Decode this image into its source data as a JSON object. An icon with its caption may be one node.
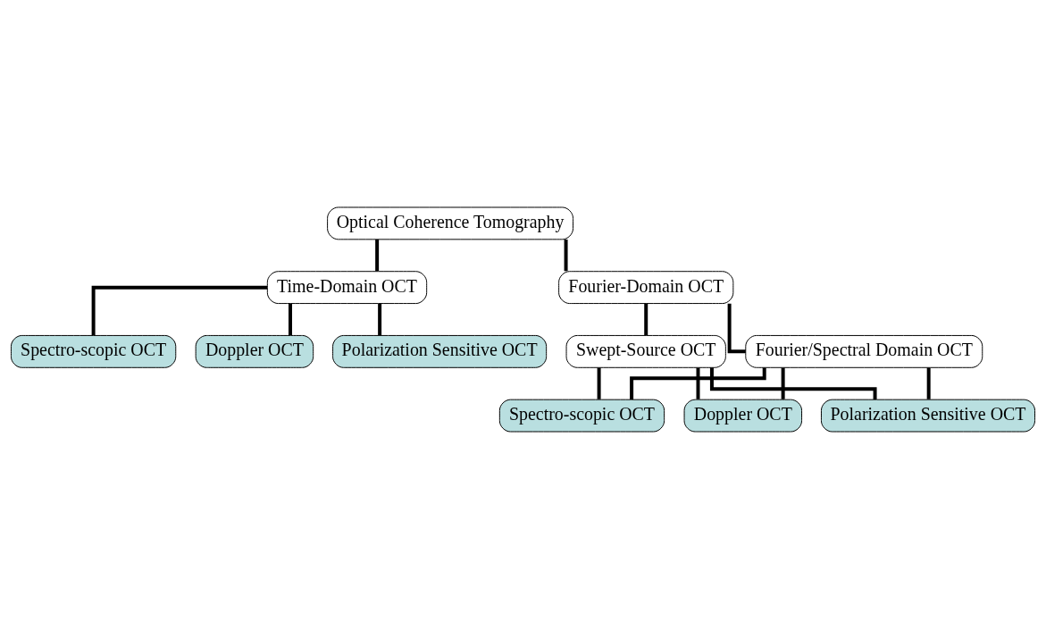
{
  "diagram": {
    "nodes": [
      {
        "text": [
          "Optical Coherence Tomography"
        ]
      },
      {
        "text": [
          "Time-Domain OCT"
        ]
      },
      {
        "text": [
          "Fourier-Domain OCT"
        ]
      },
      {
        "text": [
          "Spectro-scopic OCT"
        ]
      },
      {
        "text": [
          "Doppler OCT"
        ]
      },
      {
        "text": [
          "Polarization Sensitive OCT"
        ]
      },
      {
        "text": [
          "Swept-Source OCT"
        ]
      },
      {
        "text": [
          "Fourier/Spectral Domain OCT"
        ]
      },
      {
        "text": [
          "Spectro-scopic OCT"
        ]
      },
      {
        "text": [
          "Doppler OCT"
        ]
      },
      {
        "text": [
          "Polarization Sensitive OCT"
        ]
      }
    ],
    "edges": [
      {
        "from": 0,
        "to": 1,
        "arrow": "none"
      },
      {
        "from": 0,
        "to": 2,
        "arrow": "none"
      },
      {
        "from": 1,
        "to": 3,
        "arrow": "none"
      },
      {
        "from": 1,
        "to": 4,
        "arrow": "none"
      },
      {
        "from": 1,
        "to": 5,
        "arrow": "none"
      },
      {
        "from": 2,
        "to": 6,
        "arrow": "none"
      },
      {
        "from": 2,
        "to": 7,
        "arrow": "none"
      },
      {
        "from": 6,
        "to": 8,
        "arrow": "none"
      },
      {
        "from": 6,
        "to": 9,
        "arrow": "none"
      },
      {
        "from": 6,
        "to": 10,
        "arrow": "none"
      },
      {
        "from": 7,
        "to": 8,
        "arrow": "none"
      },
      {
        "from": 7,
        "to": 9,
        "arrow": "none"
      },
      {
        "from": 7,
        "to": 10,
        "arrow": "none"
      }
    ]
  }
}
